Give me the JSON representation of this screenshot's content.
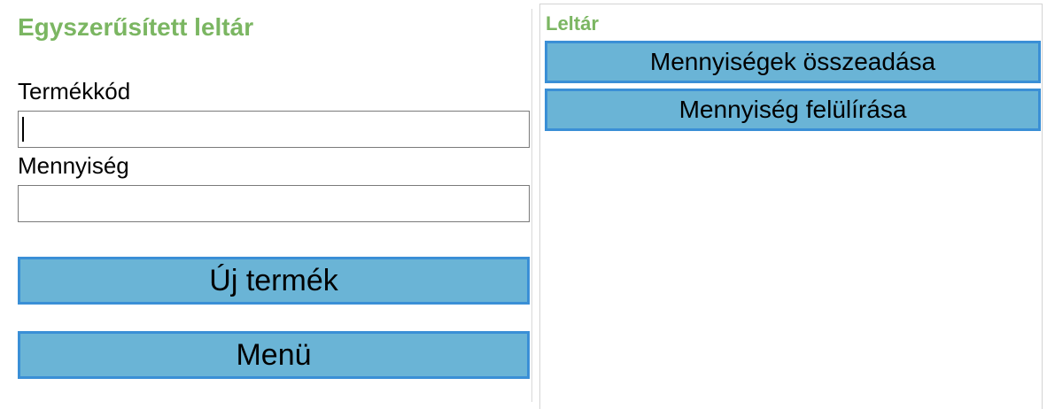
{
  "form": {
    "title": "Egyszerűsített leltár",
    "product_code_label": "Termékkód",
    "product_code_value": "",
    "quantity_label": "Mennyiség",
    "quantity_value": "",
    "new_product_button": "Új termék",
    "menu_button": "Menü"
  },
  "inventory_panel": {
    "title": "Leltár",
    "add_quantities_button": "Mennyiségek összeadása",
    "overwrite_quantity_button": "Mennyiség felülírása"
  },
  "colors": {
    "title_green": "#7bb662",
    "button_fill": "#6ab4d6",
    "button_border": "#3a8fd6"
  }
}
